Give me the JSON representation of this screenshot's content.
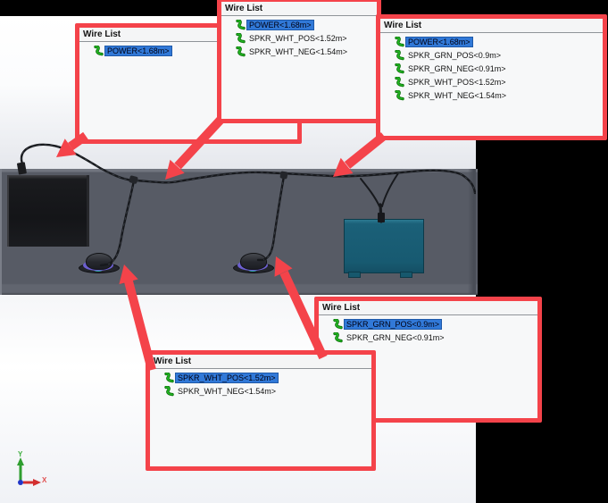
{
  "colors": {
    "accent_red": "#f4434a",
    "selection_blue": "#3179d8",
    "slab_gray": "#575b65",
    "device_teal": "#175a71",
    "icon_green": "#17a017",
    "axis_y_green": "#3fae3f",
    "axis_x_red": "#e05050"
  },
  "panels": [
    {
      "title": "Wire List",
      "items": [
        {
          "label": "POWER<1.68m>",
          "selected": true
        }
      ]
    },
    {
      "title": "Wire List",
      "items": [
        {
          "label": "POWER<1.68m>",
          "selected": true
        },
        {
          "label": "SPKR_WHT_POS<1.52m>",
          "selected": false
        },
        {
          "label": "SPKR_WHT_NEG<1.54m>",
          "selected": false
        }
      ]
    },
    {
      "title": "Wire List",
      "items": [
        {
          "label": "POWER<1.68m>",
          "selected": true
        },
        {
          "label": "SPKR_GRN_POS<0.9m>",
          "selected": false
        },
        {
          "label": "SPKR_GRN_NEG<0.91m>",
          "selected": false
        },
        {
          "label": "SPKR_WHT_POS<1.52m>",
          "selected": false
        },
        {
          "label": "SPKR_WHT_NEG<1.54m>",
          "selected": false
        }
      ]
    },
    {
      "title": "Wire List",
      "items": [
        {
          "label": "SPKR_GRN_POS<0.9m>",
          "selected": true
        },
        {
          "label": "SPKR_GRN_NEG<0.91m>",
          "selected": false
        }
      ]
    },
    {
      "title": "Wire List",
      "items": [
        {
          "label": "SPKR_WHT_POS<1.52m>",
          "selected": true
        },
        {
          "label": "SPKR_WHT_NEG<1.54m>",
          "selected": false
        }
      ]
    }
  ],
  "triad": {
    "y_label": "Y",
    "x_label": "X"
  }
}
